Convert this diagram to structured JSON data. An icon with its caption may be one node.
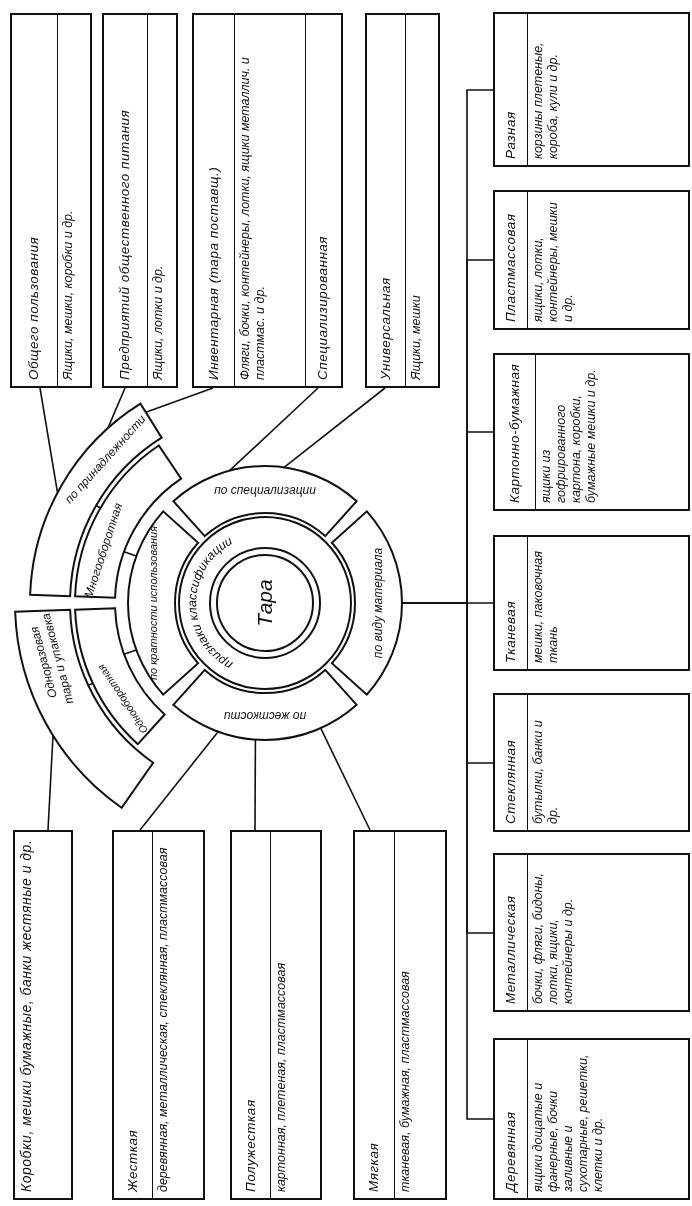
{
  "diagram": {
    "nodes": [
      {
        "text": [
          "Тара"
        ],
        "in": 1
      },
      {
        "text": [
          "признаки классификации"
        ]
      },
      {
        "text": [
          "по кратности использования"
        ]
      },
      {
        "text": [
          "по специализации"
        ]
      },
      {
        "text": [
          "по виду материала"
        ]
      },
      {
        "text": [
          "по жесткости"
        ]
      },
      {
        "text": [
          "Многооборотная"
        ]
      },
      {
        "text": [
          "Однооборотная"
        ]
      },
      {
        "text": [
          "по принадлежности"
        ]
      },
      {
        "text": [
          "Одноразовая тара и упаковка"
        ]
      },
      {
        "text": [
          "Общего пользования",
          "Ящики, мешки, коробки и др."
        ]
      },
      {
        "text": [
          "Предприятий общественного питания",
          "Ящики, лотки и др."
        ]
      },
      {
        "text": [
          "Инвентарная (тара поставщ.)",
          "Фляги, бочки, контейнеры, лотки, ящики металлич. и пластмас. и др.",
          "Специализированная"
        ]
      },
      {
        "text": [
          "Универсальная",
          "Ящики, мешки"
        ]
      },
      {
        "text": [
          "Коробки, мешки бумажные, банки жестяные и др."
        ]
      },
      {
        "text": [
          "Жесткая",
          "деревянная, металлическая, стеклянная, пластмассовая"
        ]
      },
      {
        "text": [
          "Полужесткая",
          "картонная, плетеная, пластмассовая"
        ]
      },
      {
        "text": [
          "Мягкая",
          "тканевая, бумажная, пластмассовая"
        ]
      },
      {
        "text": [
          "Деревянная",
          "ящики дощатые и фанерные, бочки заливные и сухотарные, решетки, клетки и др."
        ]
      },
      {
        "text": [
          "Металлическая",
          "бочки, фляги, бидоны, лотки, ящики, контейнеры и др."
        ]
      },
      {
        "text": [
          "Стеклянная",
          "бутылки, банки и др."
        ]
      },
      {
        "text": [
          "Тканевая",
          "мешки, паковочная ткань"
        ]
      },
      {
        "text": [
          "Картонно-бумажная",
          "ящики из гофрированного картона, коробки, бумажные мешки и др."
        ]
      },
      {
        "text": [
          "Пластмассовая",
          "ящики, лотки, контейнеры, мешки и др."
        ]
      },
      {
        "text": [
          "Разная",
          "корзины плетеные, короба, кули и др."
        ]
      }
    ],
    "edges": [
      {
        "from": 2,
        "to": 6,
        "arrow": "none"
      },
      {
        "from": 2,
        "to": 7,
        "arrow": "none"
      },
      {
        "from": 6,
        "to": 8,
        "arrow": "none"
      },
      {
        "from": 7,
        "to": 9,
        "arrow": "none"
      },
      {
        "from": 8,
        "to": 10,
        "arrow": "none"
      },
      {
        "from": 8,
        "to": 11,
        "arrow": "none"
      },
      {
        "from": 8,
        "to": 12,
        "arrow": "none"
      },
      {
        "from": 3,
        "to": 12,
        "arrow": "none"
      },
      {
        "from": 3,
        "to": 13,
        "arrow": "none"
      },
      {
        "from": 9,
        "to": 14,
        "arrow": "none"
      },
      {
        "from": 5,
        "to": 15,
        "arrow": "none"
      },
      {
        "from": 5,
        "to": 16,
        "arrow": "none"
      },
      {
        "from": 5,
        "to": 17,
        "arrow": "none"
      },
      {
        "from": 4,
        "to": 18,
        "arrow": "none"
      },
      {
        "from": 4,
        "to": 19,
        "arrow": "none"
      },
      {
        "from": 4,
        "to": 20,
        "arrow": "none"
      },
      {
        "from": 4,
        "to": 21,
        "arrow": "none"
      },
      {
        "from": 4,
        "to": 22,
        "arrow": "none"
      },
      {
        "from": 4,
        "to": 23,
        "arrow": "none"
      },
      {
        "from": 4,
        "to": 24,
        "arrow": "none"
      }
    ]
  }
}
